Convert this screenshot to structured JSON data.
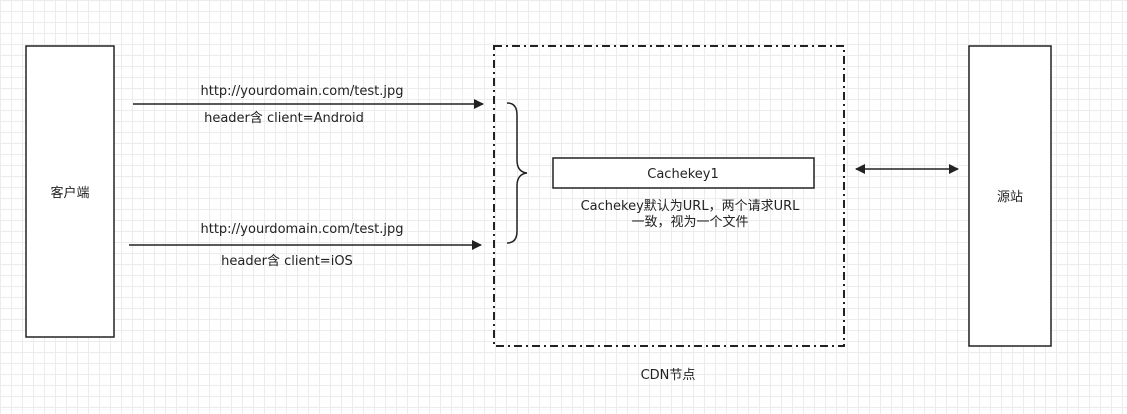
{
  "nodes": {
    "client": "客户端",
    "origin": "源站",
    "cachekey": "Cachekey1",
    "cdn": "CDN节点"
  },
  "requests": [
    {
      "url": "http://yourdomain.com/test.jpg",
      "header": "header含 client=Android"
    },
    {
      "url": "http://yourdomain.com/test.jpg",
      "header": "header含 client=iOS"
    }
  ],
  "note": {
    "line1": "Cachekey默认为URL，两个请求URL",
    "line2": "一致，视为一个文件"
  },
  "colors": {
    "stroke": "#222222",
    "text": "#222222",
    "background": "#ffffff",
    "grid": "#ececec"
  }
}
